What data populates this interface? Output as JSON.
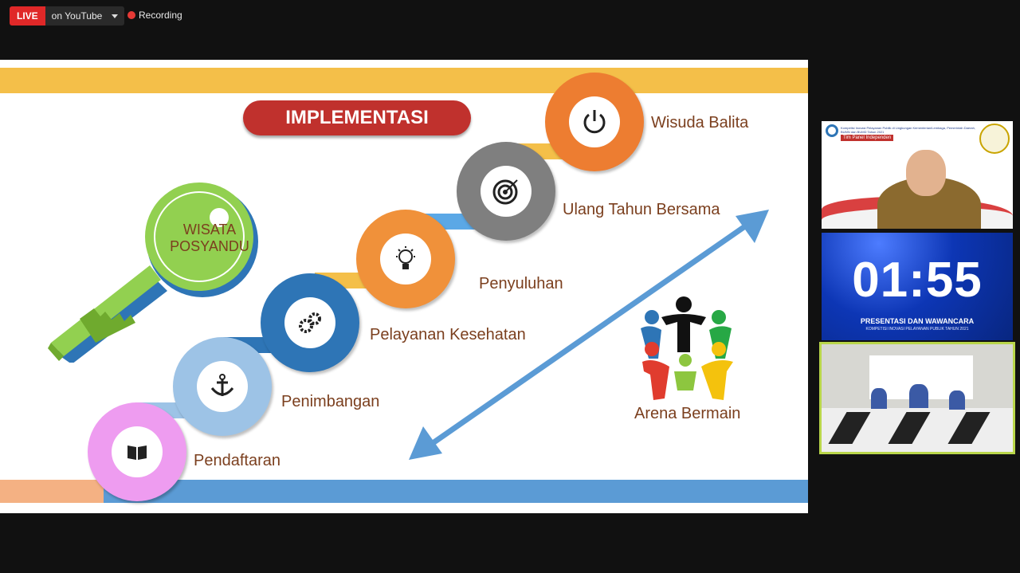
{
  "topbar": {
    "live_label": "LIVE",
    "stream_label": "on YouTube",
    "recording_label": "Recording"
  },
  "slide": {
    "title": "IMPLEMENTASI",
    "key_label_line1": "WISATA",
    "key_label_line2": "POSYANDU",
    "steps": [
      {
        "label": "Pendaftaran",
        "color": "#ee9cf0",
        "icon": "book-icon"
      },
      {
        "label": "Penimbangan",
        "color": "#9dc3e6",
        "icon": "anchor-icon"
      },
      {
        "label": "Pelayanan Kesehatan",
        "color": "#2e75b6",
        "icon": "gears-icon"
      },
      {
        "label": "Penyuluhan",
        "color": "#f0913a",
        "icon": "lightbulb-icon"
      },
      {
        "label": "Ulang Tahun Bersama",
        "color": "#7f7f7f",
        "icon": "target-icon"
      },
      {
        "label": "Wisuda Balita",
        "color": "#ed7d31",
        "icon": "power-icon"
      }
    ],
    "arena_label": "Arena Bermain",
    "colors": {
      "top_band": "#f4bf49",
      "bottom_band": "#5b9bd5",
      "title_pill": "#c0312d",
      "arrow": "#5b9bd5",
      "key": "#92d050"
    }
  },
  "panels": {
    "panel1_header": "Kompetisi Inovasi Pelayanan Publik di Lingkungan Kementerian/Lembaga, Pemerintah Daerah, BUMN dan BUMD Tahun 2021",
    "panel1_badge": "Tim Panel Independen",
    "timer": "01:55",
    "timer_title": "PRESENTASI DAN WAWANCARA",
    "timer_subtitle": "KOMPETISI INOVASI PELAYANAN PUBLIK TAHUN 2021"
  }
}
